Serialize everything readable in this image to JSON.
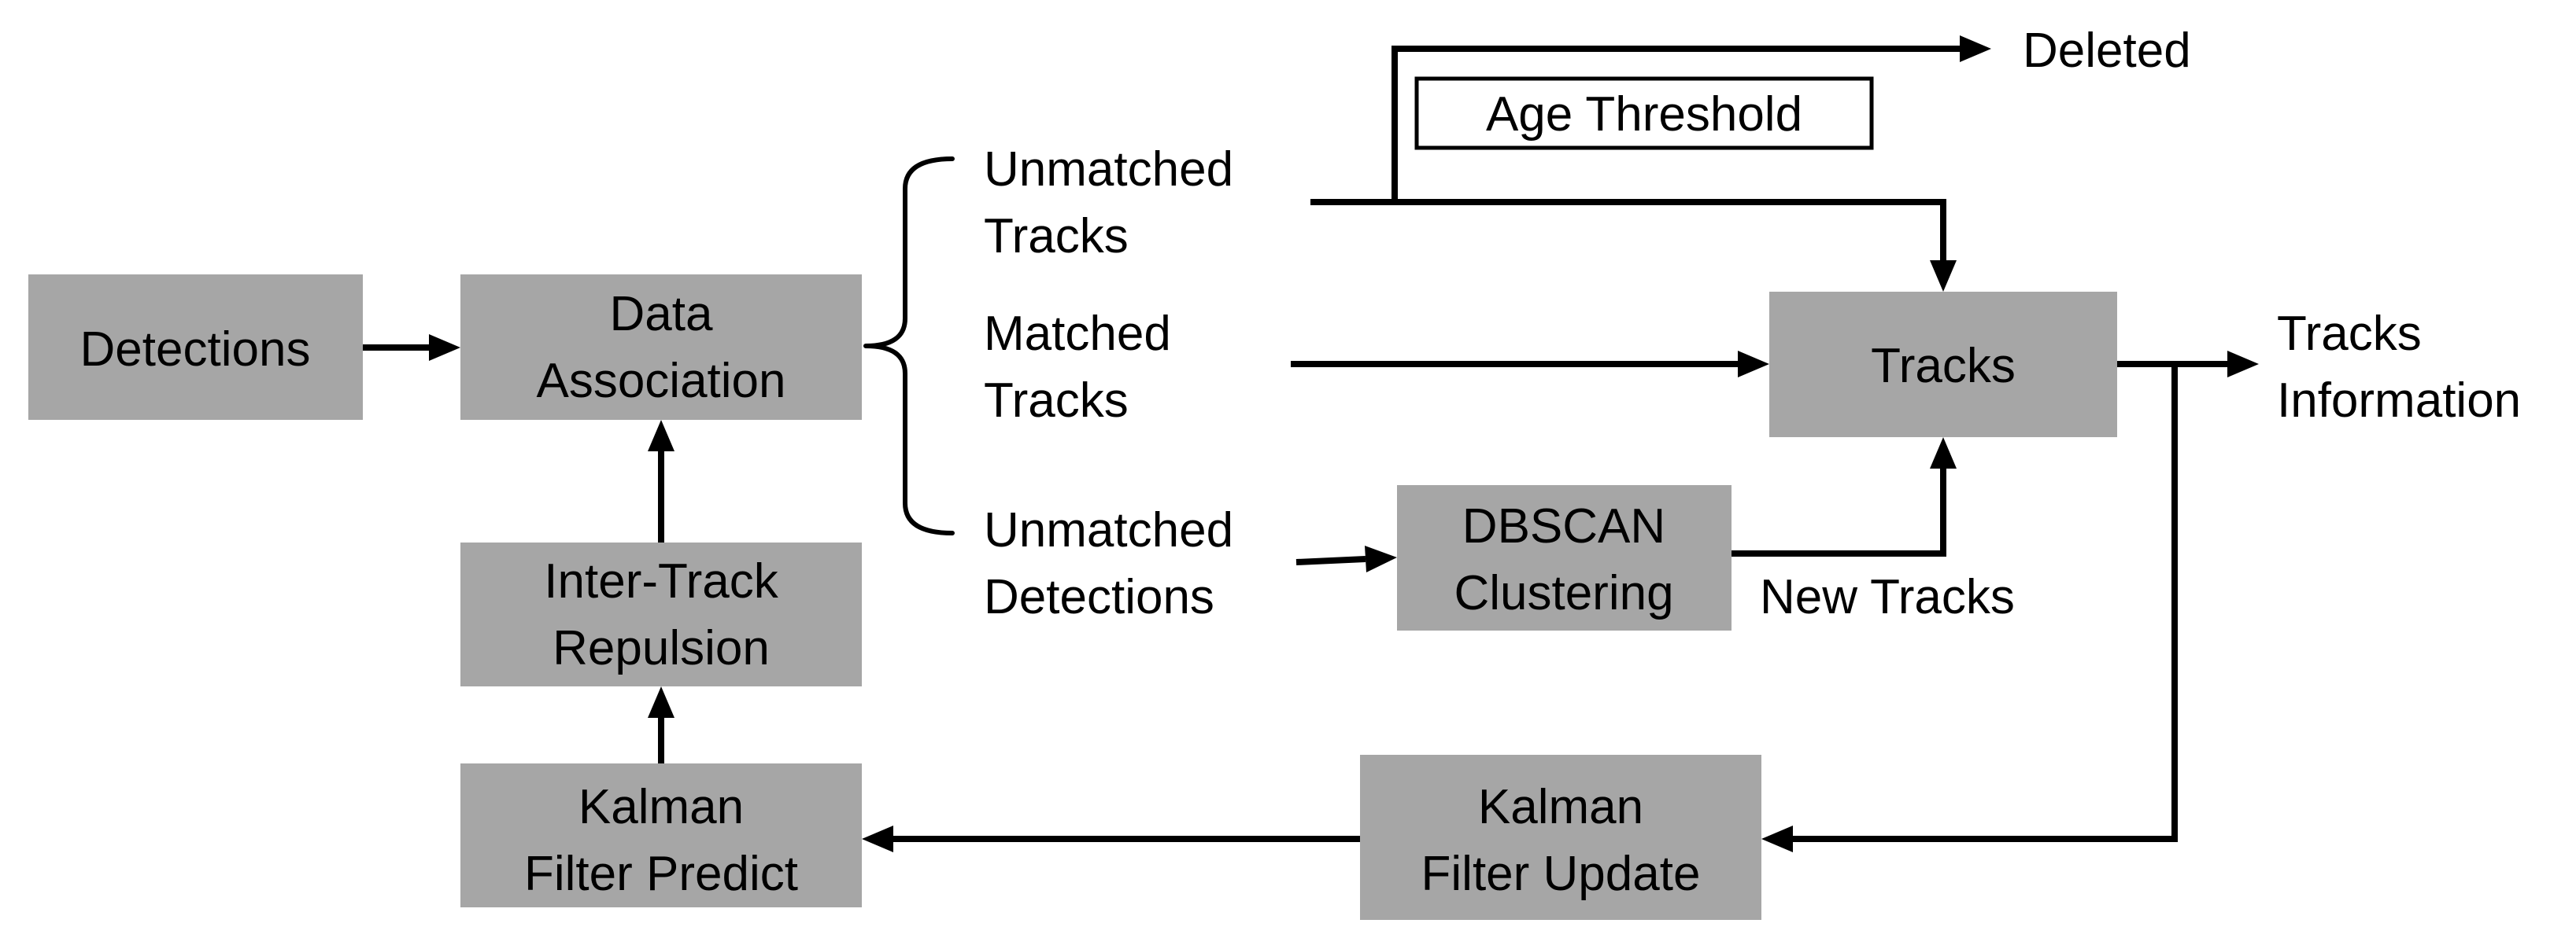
{
  "nodes": {
    "detections": "Detections",
    "data_association": [
      "Data",
      "Association"
    ],
    "inter_track_repulsion": [
      "Inter-Track",
      "Repulsion"
    ],
    "kalman_filter_predict": [
      "Kalman",
      "Filter Predict"
    ],
    "kalman_filter_update": [
      "Kalman",
      "Filter Update"
    ],
    "dbscan_clustering": [
      "DBSCAN",
      "Clustering"
    ],
    "tracks": "Tracks",
    "age_threshold": "Age Threshold"
  },
  "labels": {
    "unmatched_tracks": [
      "Unmatched",
      "Tracks"
    ],
    "matched_tracks": [
      "Matched",
      "Tracks"
    ],
    "unmatched_detections": [
      "Unmatched",
      "Detections"
    ],
    "new_tracks": "New Tracks",
    "deleted": "Deleted",
    "tracks_information": [
      "Tracks",
      "Information"
    ]
  }
}
